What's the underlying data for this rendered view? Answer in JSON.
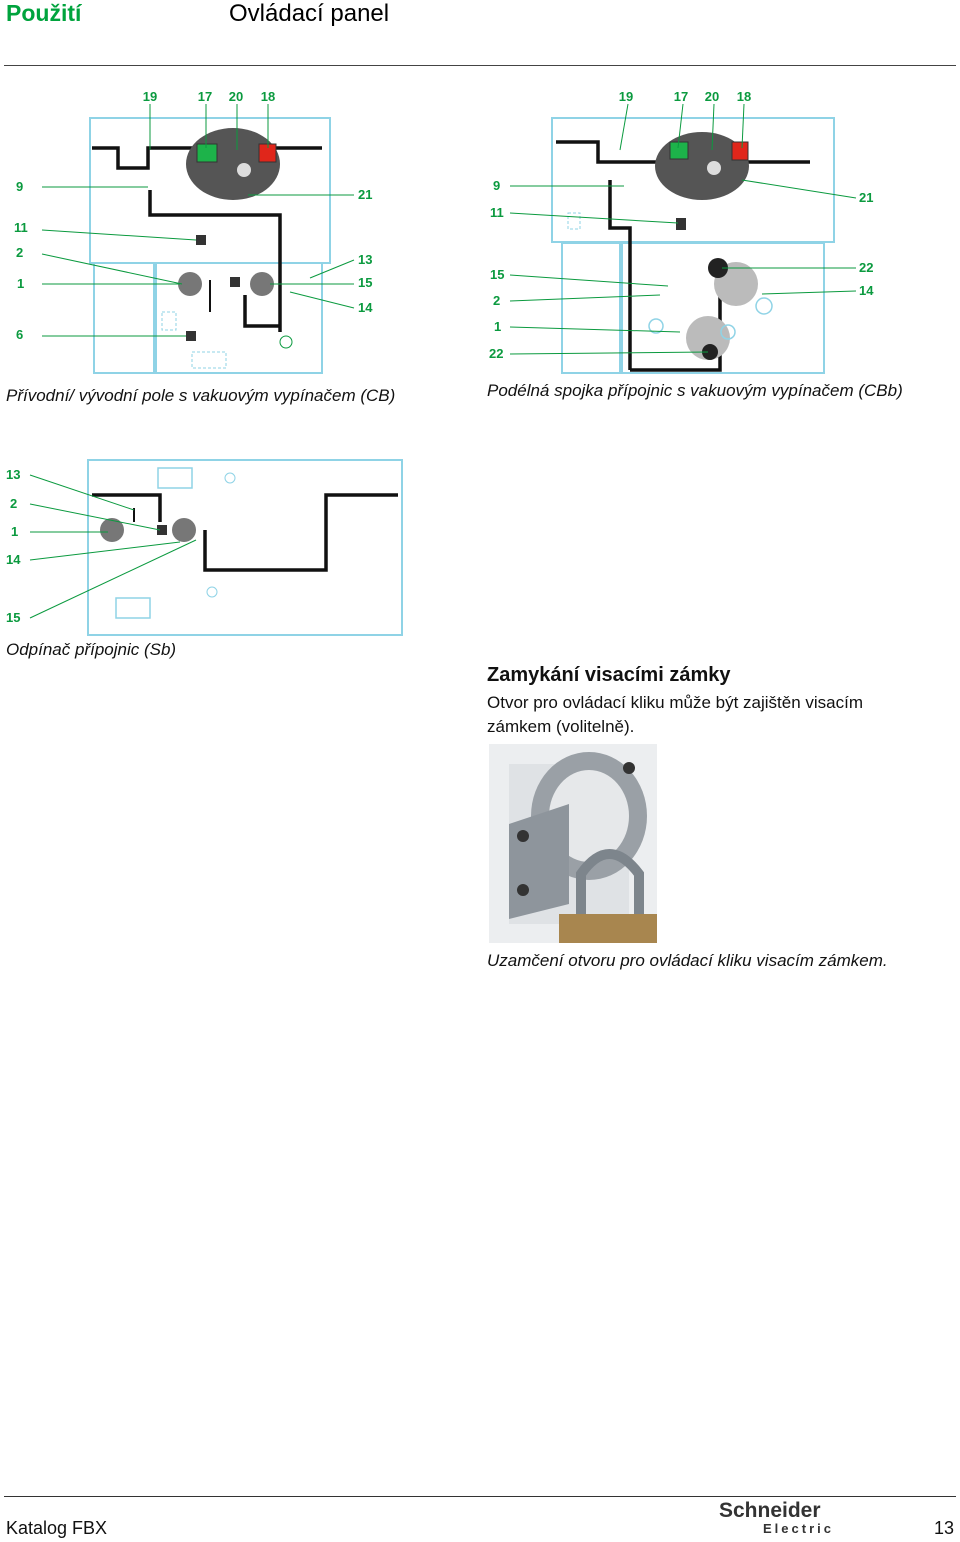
{
  "header": {
    "section": "Použití",
    "title": "Ovládací panel"
  },
  "figures": {
    "fig1": {
      "caption": "Přívodní/ vývodní pole s vakuovým vypínačem (CB)",
      "labels_top": [
        "19",
        "17",
        "20",
        "18"
      ],
      "labels_left": [
        "9",
        "11",
        "2",
        "1",
        "6"
      ],
      "labels_right": [
        "21",
        "13",
        "15",
        "14"
      ]
    },
    "fig2": {
      "caption": "Podélná spojka přípojnic s vakuovým vypínačem (CBb)",
      "labels_top": [
        "19",
        "17",
        "20",
        "18"
      ],
      "labels_left": [
        "9",
        "11",
        "15",
        "2",
        "1",
        "22"
      ],
      "labels_right": [
        "21",
        "22",
        "14"
      ]
    },
    "fig3": {
      "caption": "Odpínač přípojnic (Sb)",
      "labels_left": [
        "13",
        "2",
        "1",
        "14",
        "15"
      ]
    }
  },
  "padlock": {
    "title": "Zamykání visacími zámky",
    "text": "Otvor pro ovládací kliku může být zajištěn visacím zámkem (volitelně).",
    "caption": "Uzamčení otvoru pro ovládací kliku visacím zámkem."
  },
  "footer": {
    "catalog": "Katalog FBX",
    "brand_line1": "Schneider",
    "brand_line2": "Electric",
    "page": "13"
  },
  "colors": {
    "accent": "#00a33d",
    "label_green": "#0b9a3f",
    "panel_border": "#8fd3e6",
    "button_green": "#1db34a",
    "button_red": "#e0261b"
  }
}
